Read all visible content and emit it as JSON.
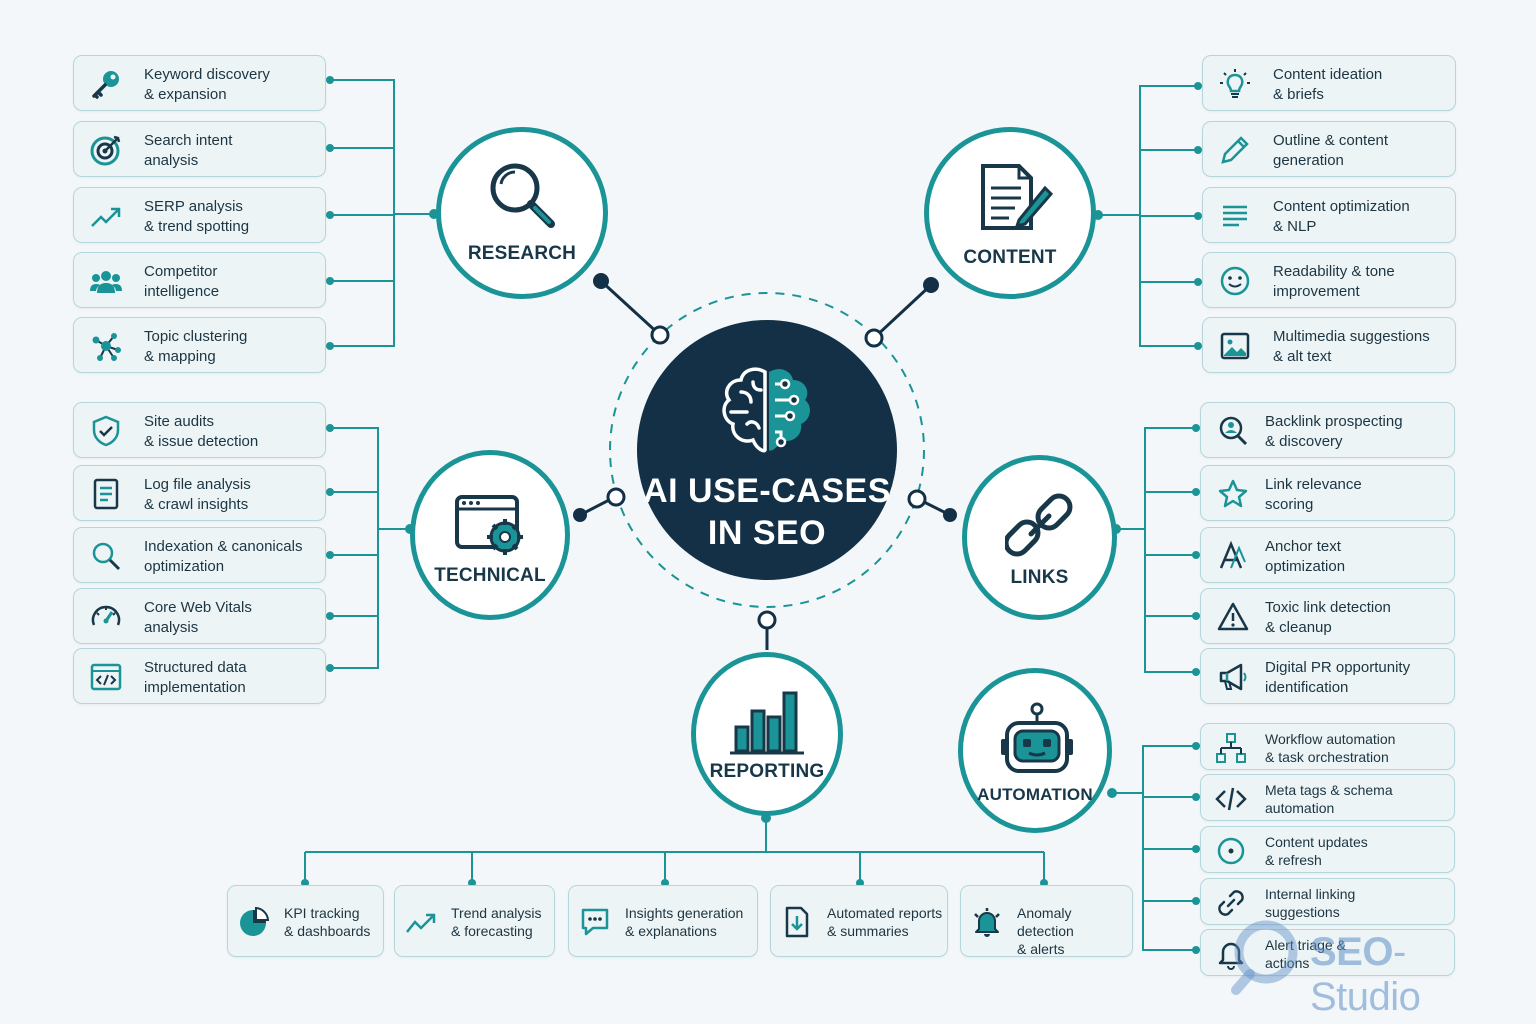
{
  "center": {
    "title": "AI USE-CASES\nIN SEO"
  },
  "hubs": {
    "research": "RESEARCH",
    "content": "CONTENT",
    "technical": "TECHNICAL",
    "links": "LINKS",
    "reporting": "REPORTING",
    "automation": "AUTOMATION"
  },
  "research_items": [
    {
      "label": "Keyword discovery\n& expansion",
      "icon": "key-icon"
    },
    {
      "label": "Search intent\nanalysis",
      "icon": "target-icon"
    },
    {
      "label": "SERP analysis\n& trend spotting",
      "icon": "trend-icon"
    },
    {
      "label": "Competitor\nintelligence",
      "icon": "people-icon"
    },
    {
      "label": "Topic clustering\n& mapping",
      "icon": "cluster-icon"
    }
  ],
  "content_items": [
    {
      "label": "Content ideation\n& briefs",
      "icon": "lightbulb-icon"
    },
    {
      "label": "Outline & content\ngeneration",
      "icon": "pencil-icon"
    },
    {
      "label": "Content optimization\n& NLP",
      "icon": "lines-icon"
    },
    {
      "label": "Readability & tone\nimprovement",
      "icon": "smiley-icon"
    },
    {
      "label": "Multimedia suggestions\n& alt text",
      "icon": "image-icon"
    }
  ],
  "technical_items": [
    {
      "label": "Site audits\n& issue detection",
      "icon": "shield-icon"
    },
    {
      "label": "Log file analysis\n& crawl insights",
      "icon": "log-file-icon"
    },
    {
      "label": "Indexation & canonicals\noptimization",
      "icon": "search-icon"
    },
    {
      "label": "Core Web Vitals\nanalysis",
      "icon": "gauge-icon"
    },
    {
      "label": "Structured data\nimplementation",
      "icon": "code-window-icon"
    }
  ],
  "links_items": [
    {
      "label": "Backlink prospecting\n& discovery",
      "icon": "search-person-icon"
    },
    {
      "label": "Link relevance\nscoring",
      "icon": "star-icon"
    },
    {
      "label": "Anchor text\noptimization",
      "icon": "anchor-text-icon"
    },
    {
      "label": "Toxic link detection\n& cleanup",
      "icon": "warning-icon"
    },
    {
      "label": "Digital PR opportunity\nidentification",
      "icon": "megaphone-icon"
    }
  ],
  "automation_items": [
    {
      "label": "Workflow automation\n& task orchestration",
      "icon": "workflow-icon"
    },
    {
      "label": "Meta tags & schema\nautomation",
      "icon": "code-icon"
    },
    {
      "label": "Content updates\n& refresh",
      "icon": "refresh-icon"
    },
    {
      "label": "Internal linking\nsuggestions",
      "icon": "link-icon"
    },
    {
      "label": "Alert triage &\nactions",
      "icon": "bell-icon"
    }
  ],
  "reporting_items": [
    {
      "label": "KPI tracking\n& dashboards",
      "icon": "pie-chart-icon"
    },
    {
      "label": "Trend analysis\n& forecasting",
      "icon": "trend-icon"
    },
    {
      "label": "Insights generation\n& explanations",
      "icon": "chat-icon"
    },
    {
      "label": "Automated reports\n& summaries",
      "icon": "download-doc-icon"
    },
    {
      "label": "Anomaly detection\n& alerts",
      "icon": "alarm-icon"
    }
  ],
  "logo": {
    "brand_bold": "SEO",
    "brand_rest": "-Studio"
  },
  "colors": {
    "teal": "#1a9497",
    "navy": "#133046",
    "card_bg": "#edf4f6",
    "card_border": "#b5d7dc",
    "text": "#1c3542"
  }
}
